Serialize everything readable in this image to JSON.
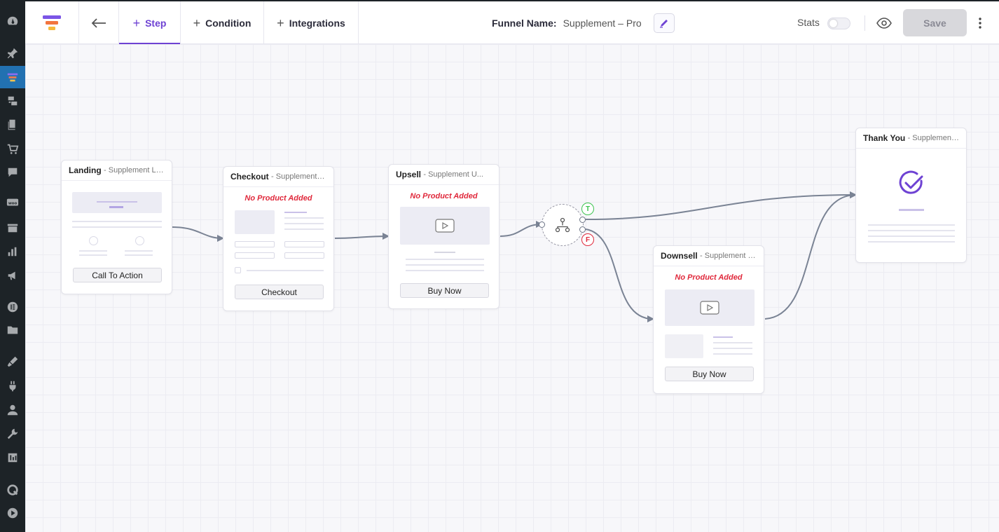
{
  "header": {
    "tabs": {
      "step": "Step",
      "condition": "Condition",
      "integrations": "Integrations"
    },
    "funnel_name_label": "Funnel Name:",
    "funnel_name_value": "Supplement – Pro",
    "stats_label": "Stats",
    "stats_enabled": false,
    "save_label": "Save",
    "accent_color": "#6e42d3"
  },
  "nodes": {
    "landing": {
      "type": "Landing",
      "subtitle": "- Supplement La...",
      "button": "Call To Action"
    },
    "checkout": {
      "type": "Checkout",
      "subtitle": "- Supplement C...",
      "warning": "No Product Added",
      "button": "Checkout"
    },
    "upsell": {
      "type": "Upsell",
      "subtitle": "- Supplement U...",
      "warning": "No Product Added",
      "button": "Buy Now"
    },
    "downsell": {
      "type": "Downsell",
      "subtitle": "- Supplement D...",
      "warning": "No Product Added",
      "button": "Buy Now"
    },
    "thankyou": {
      "type": "Thank You",
      "subtitle": "- Supplement T..."
    }
  },
  "condition": {
    "true_label": "T",
    "false_label": "F"
  },
  "colors": {
    "wp_sidebar": "#1d2327",
    "wp_active": "#2271b1",
    "warning": "#e0283b",
    "true": "#3cc44f",
    "false": "#e0283b",
    "edge": "#7a8394"
  }
}
